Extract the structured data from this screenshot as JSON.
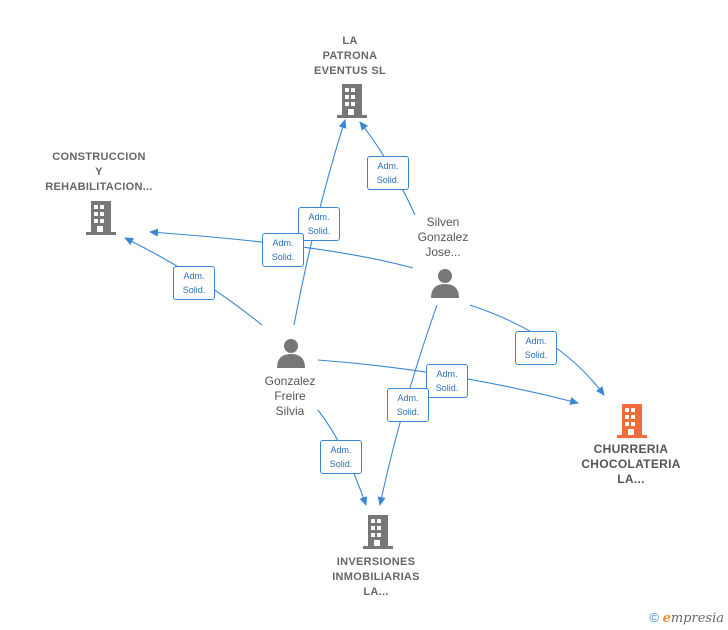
{
  "colors": {
    "edge": "#3a86d4",
    "company_icon": "#777777",
    "main_company_icon": "#f26b3a",
    "person_icon": "#777777",
    "label_text": "#666666"
  },
  "nodes": {
    "la_patrona": {
      "lines": [
        "LA",
        "PATRONA",
        "EVENTUS  SL"
      ],
      "icon": "building-icon"
    },
    "construccion": {
      "lines": [
        "CONSTRUCCION",
        "Y",
        "REHABILITACION..."
      ],
      "icon": "building-icon"
    },
    "churreria": {
      "lines": [
        "CHURRERIA",
        "CHOCOLATERIA",
        "LA..."
      ],
      "icon": "building-icon"
    },
    "inversiones": {
      "lines": [
        "INVERSIONES",
        "INMOBILIARIAS",
        "LA..."
      ],
      "icon": "building-icon"
    },
    "silven": {
      "lines": [
        "Silven",
        "Gonzalez",
        "Jose..."
      ],
      "icon": "person-icon"
    },
    "gonzalez": {
      "lines": [
        "Gonzalez",
        "Freire",
        "Silvia"
      ],
      "icon": "person-icon"
    }
  },
  "edge_badges": [
    {
      "line1": "Adm.",
      "line2": "Solid."
    },
    {
      "line1": "Adm.",
      "line2": "Solid."
    },
    {
      "line1": "Adm.",
      "line2": "Solid."
    },
    {
      "line1": "Adm.",
      "line2": "Solid."
    },
    {
      "line1": "Adm.",
      "line2": "Solid."
    },
    {
      "line1": "Adm.",
      "line2": "Solid."
    },
    {
      "line1": "Adm.",
      "line2": "Solid."
    },
    {
      "line1": "Adm.",
      "line2": "Solid."
    }
  ],
  "footer": {
    "copyright_symbol": "©",
    "brand_initial": "e",
    "brand_rest": "mpresia"
  }
}
